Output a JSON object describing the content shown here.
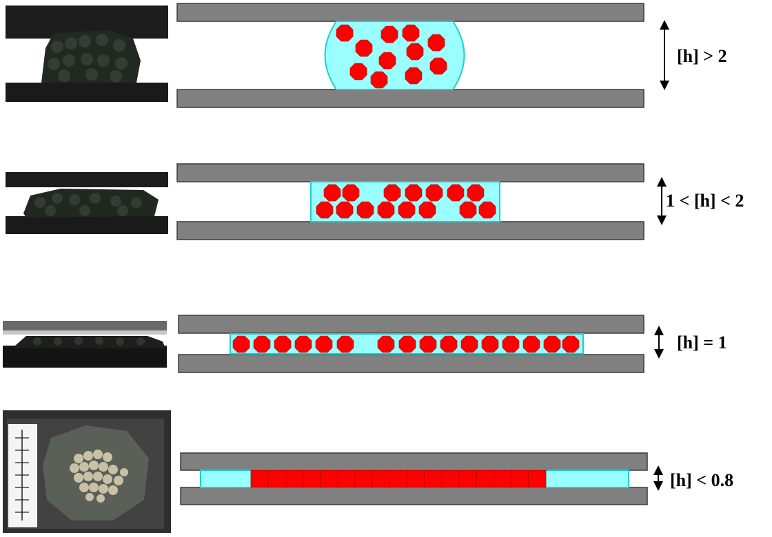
{
  "colors": {
    "plate_fill": "#808080",
    "plate_stroke": "#3a3a3a",
    "fluid_fill": "#99ffff",
    "fluid_edge": "#22cccc",
    "particle_fill": "#ff0000",
    "particle_edge": "#b00000"
  },
  "panels": [
    {
      "regime": "thick",
      "label": "[h] > 2"
    },
    {
      "regime": "bilayer",
      "label": "1 < [h] < 2"
    },
    {
      "regime": "monolayer",
      "label": "[h] = 1"
    },
    {
      "regime": "crushed",
      "label": "[h] < 0.8"
    }
  ]
}
